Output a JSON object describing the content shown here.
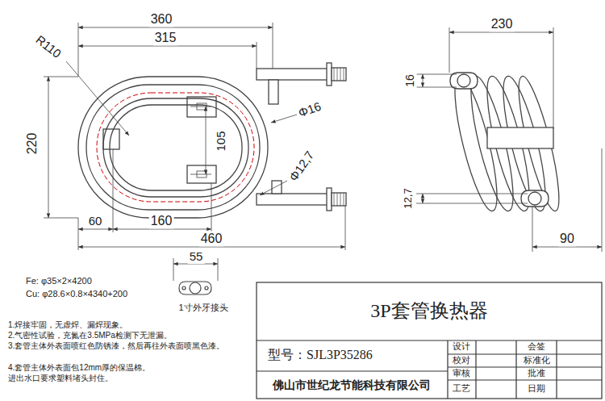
{
  "diagram": {
    "title": "3P套管换热器",
    "labels": [
      "360",
      "315",
      "R110",
      "Φ16",
      "220",
      "105",
      "Φ12,7",
      "60",
      "160",
      "460",
      "55",
      "230",
      "16",
      "12,7",
      "90",
      "Fe:  φ35×2×4200",
      "Cu:  φ28.6×0.8×4340+200",
      "1寸外牙接头",
      "1.焊接牢固，无虚焊、漏焊现象。",
      "2.气密性试验，充氮在3.5MPa检测下无泄漏。",
      "3.套管主体外表面喷红色防锈漆，然后再往外表面喷黑色漆。",
      "4.套管主体外表面包12mm厚的保温棉。",
      "进出水口要求塑料堵头封住。",
      "型号：SJL3P35286",
      "设计",
      "会签",
      "校对",
      "标准化",
      "审核",
      "批准",
      "工艺",
      "日期",
      "佛山市世纪龙节能科技有限公司"
    ]
  }
}
